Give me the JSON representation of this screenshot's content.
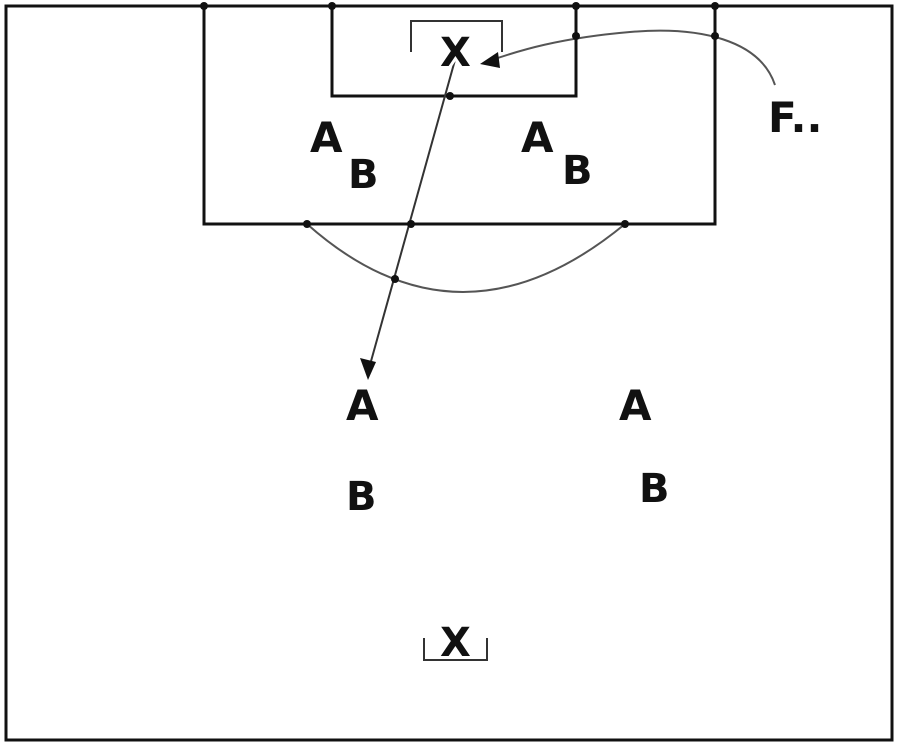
{
  "diagram": {
    "players": {
      "a_box_left": "A",
      "b_box_left": "B",
      "a_box_right": "A",
      "b_box_right": "B",
      "a_mid_left": "A",
      "b_mid_left": "B",
      "a_mid_right": "A",
      "b_mid_right": "B"
    },
    "goalkeeper_top": "X",
    "goalkeeper_bottom": "X",
    "feeder_label": "F.."
  }
}
